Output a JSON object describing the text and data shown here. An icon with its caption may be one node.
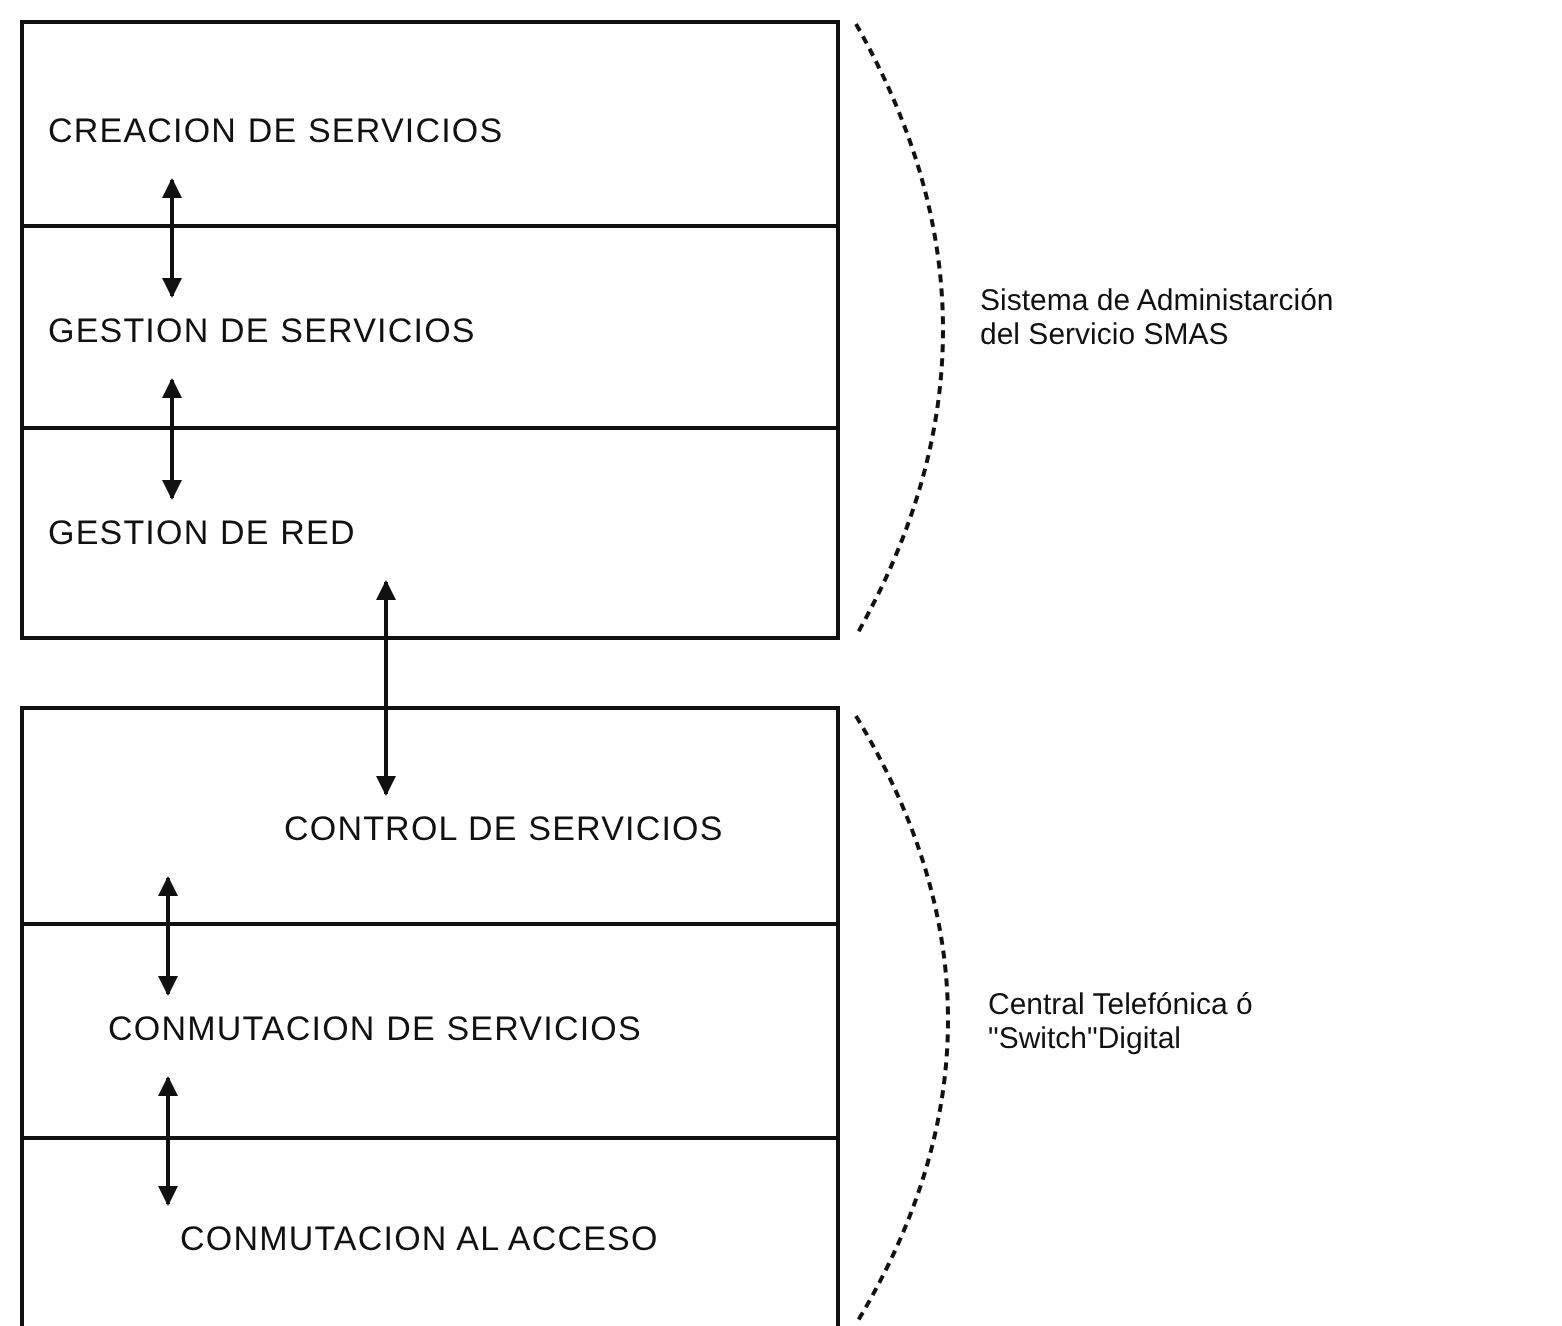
{
  "diagram": {
    "nodes": [
      {
        "text": [
          "CREACION DE SERVICIOS"
        ]
      },
      {
        "text": [
          "GESTION DE SERVICIOS"
        ]
      },
      {
        "text": [
          "GESTION DE RED"
        ]
      },
      {
        "text": [
          "CONTROL DE SERVICIOS"
        ]
      },
      {
        "text": [
          "CONMUTACION DE SERVICIOS"
        ]
      },
      {
        "text": [
          "CONMUTACION AL ACCESO"
        ]
      }
    ],
    "edges": [
      {
        "from": 0,
        "to": 1,
        "arrow": "both"
      },
      {
        "from": 1,
        "to": 2,
        "arrow": "both"
      },
      {
        "from": 2,
        "to": 3,
        "arrow": "both"
      },
      {
        "from": 3,
        "to": 4,
        "arrow": "both"
      },
      {
        "from": 4,
        "to": 5,
        "arrow": "both"
      }
    ],
    "labels": [
      "Sistema de Administarción del Servicio SMAS",
      "Central Telefónica ó \"Switch\"Digital"
    ]
  }
}
